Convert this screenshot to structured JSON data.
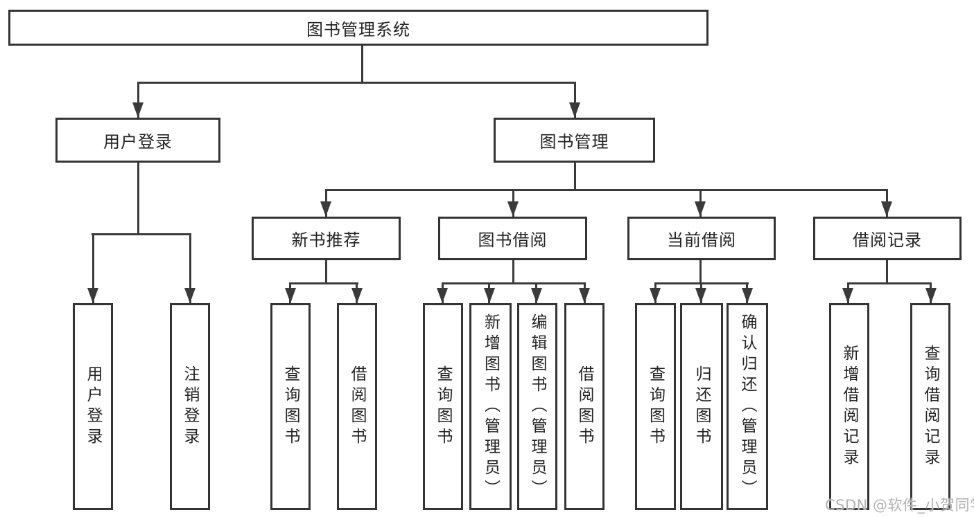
{
  "diagram": {
    "root": "图书管理系统",
    "level1": [
      "用户登录",
      "图书管理"
    ],
    "level2": [
      "新书推荐",
      "图书借阅",
      "当前借阅",
      "借阅记录"
    ],
    "leaves": {
      "user_login": [
        "用户登录",
        "注销登录"
      ],
      "new_books": [
        "查询图书",
        "借阅图书"
      ],
      "book_borrow": [
        "查询图书",
        "新增图书（管理员）",
        "编辑图书（管理员）",
        "借阅图书"
      ],
      "current_borrow": [
        "查询图书",
        "归还图书",
        "确认归还（管理员）"
      ],
      "borrow_records": [
        "新增借阅记录",
        "查询借阅记录"
      ]
    }
  },
  "colors": {
    "line": "#3a3a3a",
    "border": "#343434",
    "text": "#242424",
    "watermark": "#b2b2b2"
  },
  "watermark": "CSDN @软件_小贺同学"
}
